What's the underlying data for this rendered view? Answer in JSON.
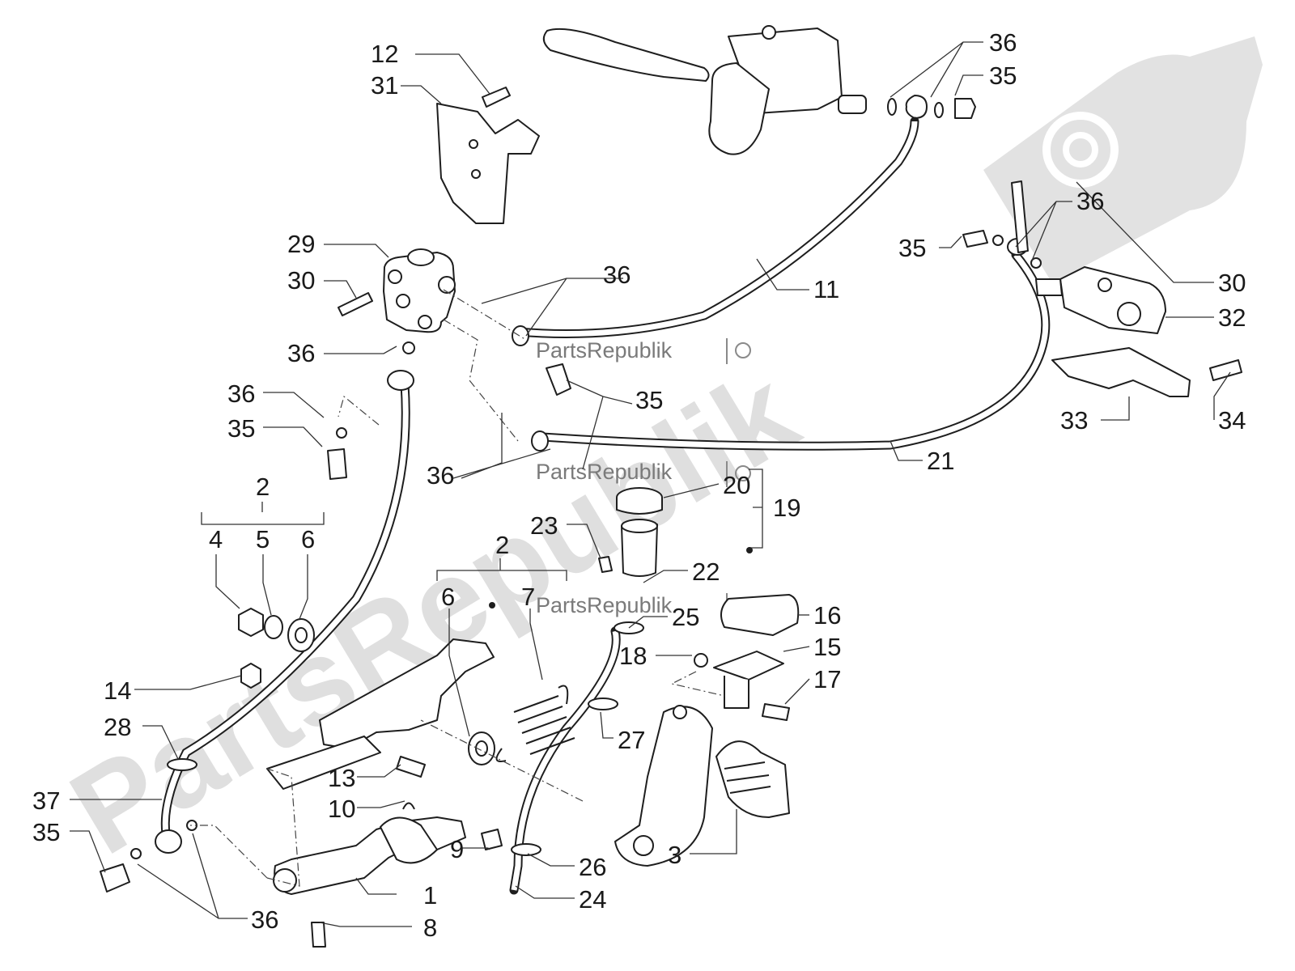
{
  "watermark": {
    "large_text": "PartsRepublik",
    "small_text": "PartsRepublik"
  },
  "colors": {
    "line": "#1e1e1e",
    "watermark": "#c6c6c6",
    "background": "#ffffff"
  },
  "labels": {
    "l12": "12",
    "l31": "31",
    "l29": "29",
    "l30a": "30",
    "l36a": "36",
    "l36b": "36",
    "l35a": "35",
    "l2a": "2",
    "l4": "4",
    "l5": "5",
    "l6a": "6",
    "l14": "14",
    "l28": "28",
    "l37": "37",
    "l35b": "35",
    "l36c": "36",
    "l13": "13",
    "l10": "10",
    "l9": "9",
    "l1": "1",
    "l8": "8",
    "l2b": "2",
    "l6b": "6",
    "l7": "7",
    "l36d": "36",
    "l35c": "35",
    "l36e": "36",
    "l11": "11",
    "l36f": "36",
    "l35d": "35",
    "l36g": "36",
    "l35e": "35",
    "l30b": "30",
    "l32": "32",
    "l33": "33",
    "l34": "34",
    "l21": "21",
    "l20": "20",
    "l19": "19",
    "l23": "23",
    "l22": "22",
    "l25": "25",
    "l16": "16",
    "l15": "15",
    "l18": "18",
    "l17": "17",
    "l27": "27",
    "l26": "26",
    "l24": "24",
    "l3": "3"
  }
}
